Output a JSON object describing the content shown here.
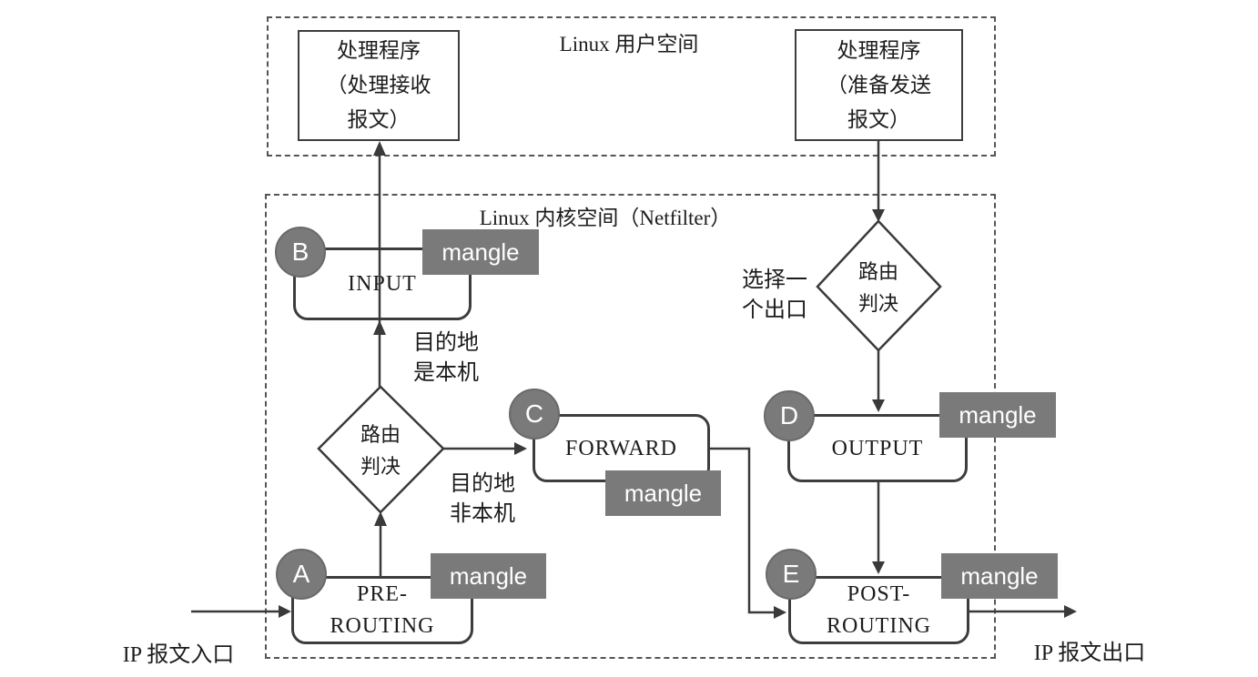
{
  "diagram": {
    "user_space": {
      "title": "Linux 用户空间",
      "process_receive_line1": "处理程序",
      "process_receive_line2": "（处理接收",
      "process_receive_line3": "报文）",
      "process_send_line1": "处理程序",
      "process_send_line2": "（准备发送",
      "process_send_line3": "报文）"
    },
    "kernel_space": {
      "title": "Linux 内核空间（Netfilter）",
      "nodes": {
        "prerouting": {
          "badge": "A",
          "label_line1": "PRE-",
          "label_line2": "ROUTING",
          "table": "mangle"
        },
        "input": {
          "badge": "B",
          "label": "INPUT",
          "table": "mangle"
        },
        "forward": {
          "badge": "C",
          "label": "FORWARD",
          "table": "mangle"
        },
        "output": {
          "badge": "D",
          "label": "OUTPUT",
          "table": "mangle"
        },
        "postrouting": {
          "badge": "E",
          "label_line1": "POST-",
          "label_line2": "ROUTING",
          "table": "mangle"
        }
      },
      "routing_decision_left": {
        "line1": "路由",
        "line2": "判决"
      },
      "routing_decision_right": {
        "line1": "路由",
        "line2": "判决"
      }
    },
    "flow_labels": {
      "dest_local_line1": "目的地",
      "dest_local_line2": "是本机",
      "dest_not_local_line1": "目的地",
      "dest_not_local_line2": "非本机",
      "choose_exit_line1": "选择一",
      "choose_exit_line2": "个出口",
      "ip_packet_in": "IP 报文入口",
      "ip_packet_out": "IP 报文出口"
    },
    "colors": {
      "node_fill": "#7a7a7a",
      "line": "#3a3a3a",
      "background": "#ffffff"
    }
  }
}
